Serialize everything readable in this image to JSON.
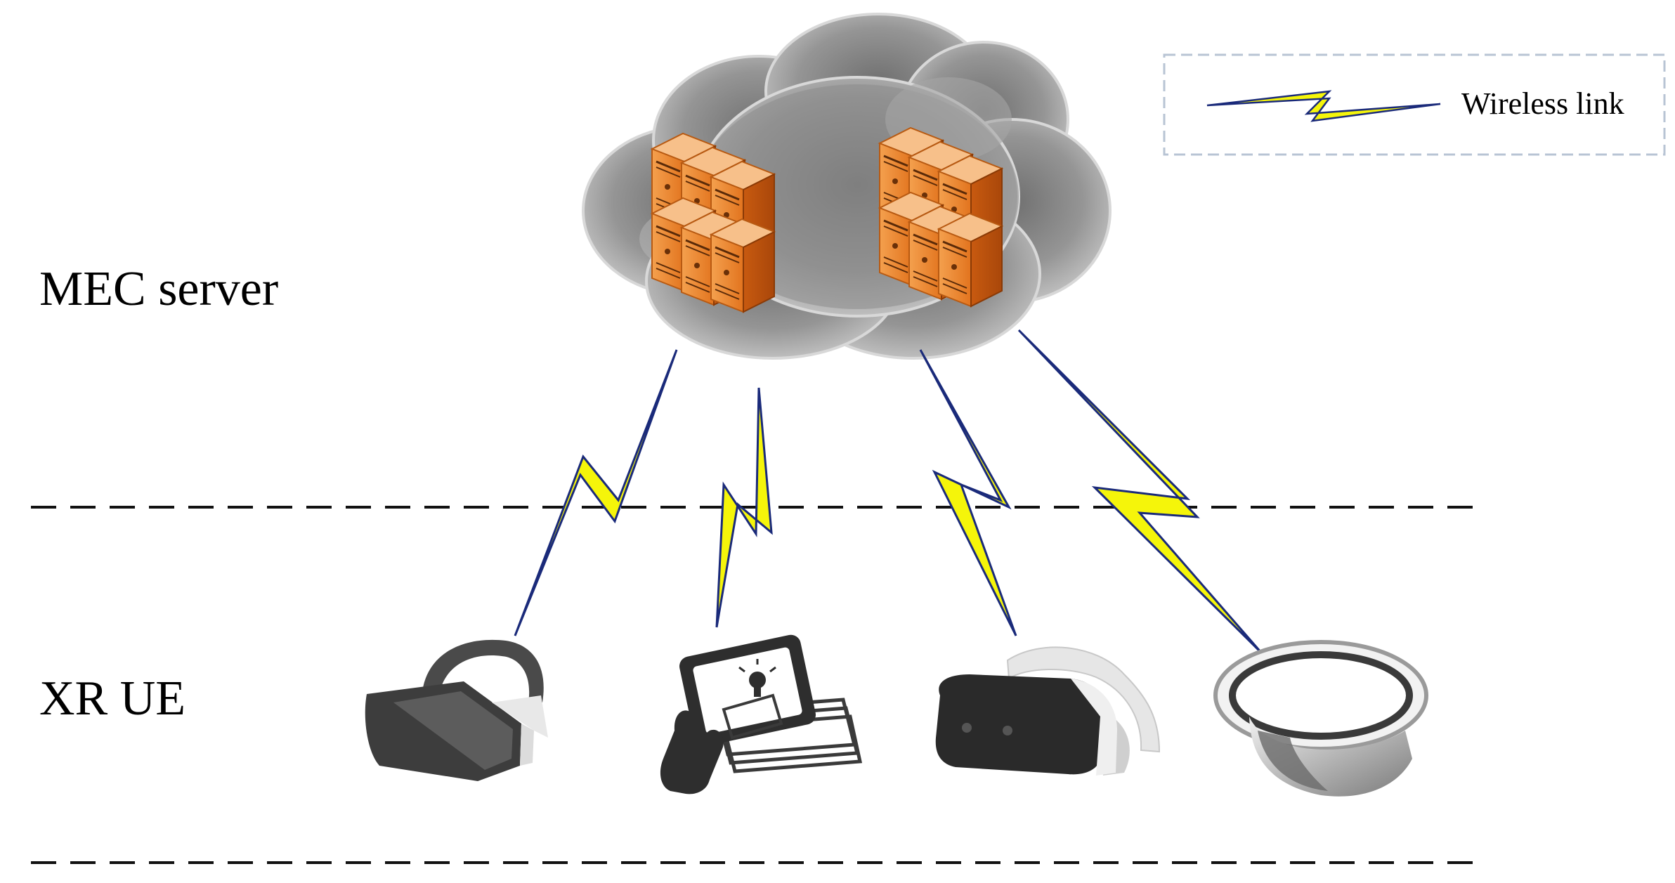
{
  "legend": {
    "label": "Wireless link"
  },
  "tiers": {
    "server": "MEC server",
    "ue": "XR UE"
  },
  "icons": [
    "cloud-icon",
    "server-rack-icon",
    "vr-headset-icon",
    "tablet-ar-icon",
    "mr-headset-icon",
    "ar-glasses-icon",
    "lightning-link-icon"
  ],
  "colors": {
    "bolt_fill": "#f5f50a",
    "bolt_stroke": "#1a2a7a",
    "server_orange": "#e8782a",
    "cloud_gray": "#8a8a8a",
    "device_dark": "#3a3a3a"
  }
}
